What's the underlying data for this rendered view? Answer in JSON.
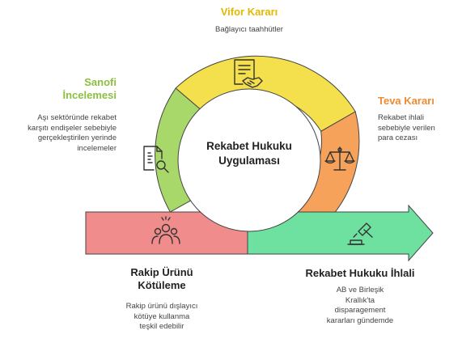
{
  "colors": {
    "yellow": "#F4E04D",
    "yellow_title": "#E3B800",
    "green": "#A9D86A",
    "green_title": "#8CBF3F",
    "orange": "#F7A25A",
    "orange_title": "#EE8B34",
    "red": "#F08C8C",
    "greenarrow": "#6EE0A0",
    "stroke": "#444444"
  },
  "center": {
    "line1": "Rekabet Hukuku",
    "line2": "Uygulaması"
  },
  "vifor": {
    "title": "Vifor Kararı",
    "desc": "Bağlayıcı taahhütler",
    "icon": "document-handshake-icon"
  },
  "sanofi": {
    "title_line1": "Sanofi",
    "title_line2": "İncelemesi",
    "desc": [
      "Aşı sektöründe rekabet",
      "karşıtı endişeler sebebiyle",
      "gerçekleştirilen yerinde",
      "incelemeler"
    ],
    "icon": "document-search-icon"
  },
  "teva": {
    "title": "Teva Kararı",
    "desc": [
      "Rekabet ihlali",
      "sebebiyle verilen",
      "para cezası"
    ],
    "icon": "scales-icon"
  },
  "rakip": {
    "title_line1": "Rakip Ürünü",
    "title_line2": "Kötüleme",
    "desc": [
      "Rakip ürünü dışlayıcı",
      "kötüye kullanma",
      "teşkil edebilir"
    ],
    "icon": "people-group-icon"
  },
  "ihlal": {
    "title": "Rekabet Hukuku İhlali",
    "desc": [
      "AB ve Birleşik",
      "Krallık'ta",
      "disparagement",
      "kararları gündemde"
    ],
    "icon": "gavel-icon"
  }
}
